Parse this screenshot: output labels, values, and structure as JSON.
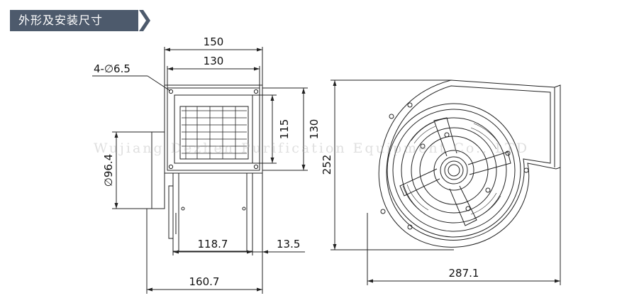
{
  "header": {
    "title": "外形及安装尺寸"
  },
  "watermark": "Wujiang Dezhen Purification Equipment Co., LTD",
  "dimensions": {
    "width_150": "150",
    "width_130": "130",
    "holes": "4-∅6.5",
    "height_115": "115",
    "height_130": "130",
    "diameter_96_4": "∅96.4",
    "depth_118_7": "118.7",
    "offset_13_5": "13.5",
    "depth_160_7": "160.7",
    "height_252": "252",
    "width_287_1": "287.1"
  },
  "colors": {
    "header_bg": "#4d5a6c",
    "line": "#222222",
    "text": "#111111"
  }
}
